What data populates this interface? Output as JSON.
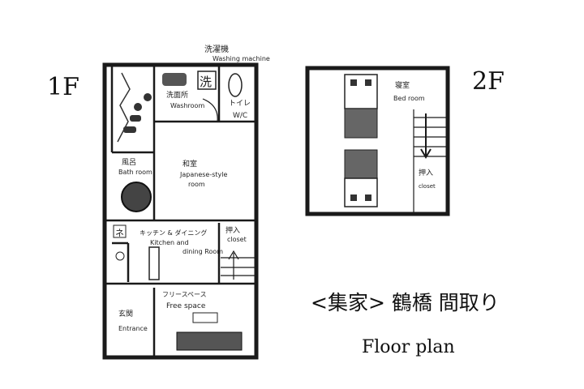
{
  "floor1": {
    "label": "1F",
    "rooms": {
      "washing_machine_jp": "洗濯機",
      "washing_machine_en": "Washing machine",
      "washing_symbol": "洗",
      "washroom_jp": "洗面所",
      "washroom_en": "Washroom",
      "toilet_jp": "トイレ",
      "toilet_en": "W/C",
      "bath_jp": "風呂",
      "bath_en": "Bath room",
      "japanese_jp": "和室",
      "japanese_en1": "Japanese-style",
      "japanese_en2": "room",
      "kitchen_jp": "キッチン & ダイニング",
      "kitchen_en1": "Kitchen and",
      "kitchen_en2": "dining Room",
      "closet_jp": "押入",
      "closet_en": "closet",
      "free_jp": "フリースペース",
      "free_en": "Free space",
      "entrance_jp": "玄関",
      "entrance_en": "Entrance",
      "stove_symbol": "ネ"
    }
  },
  "floor2": {
    "label": "2F",
    "rooms": {
      "bedroom_jp": "寝室",
      "bedroom_en": "Bed room",
      "closet_jp": "押入",
      "closet_en": "closet"
    }
  },
  "title_jp": "<集家> 鶴橋 間取り",
  "title_en": "Floor plan"
}
